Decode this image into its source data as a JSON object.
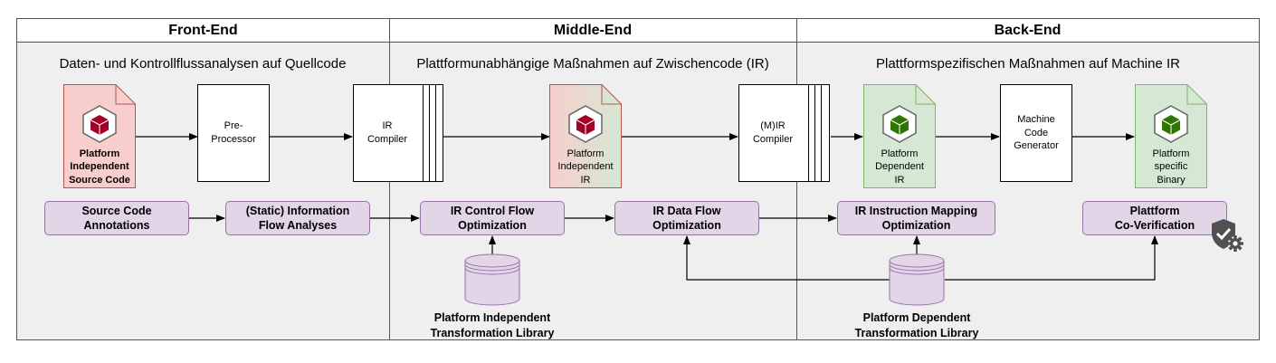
{
  "sections": [
    {
      "title": "Front-End",
      "subtitle": "Daten- und Kontrollflussanalysen auf Quellcode"
    },
    {
      "title": "Middle-End",
      "subtitle": "Plattformunabhängige Maßnahmen auf Zwischencode (IR)"
    },
    {
      "title": "Back-End",
      "subtitle": "Plattformspezifischen Maßnahmen auf Machine IR"
    }
  ],
  "documents": [
    {
      "line1": "Platform",
      "line2": "Independent",
      "line3": "Source Code",
      "color": "#f8cecc",
      "stroke": "#b85450",
      "cube": "#a20025"
    },
    {
      "line1": "Platform",
      "line2": "Independent",
      "line3": "IR",
      "color": "#f8cecc",
      "stroke": "#b85450",
      "cube": "#a20025"
    },
    {
      "line1": "Platform",
      "line2": "Dependent",
      "line3": "IR",
      "color": "#d5e8d4",
      "stroke": "#82b366",
      "cube": "#2d7600"
    },
    {
      "line1": "Platform",
      "line2": "specific",
      "line3": "Binary",
      "color": "#d5e8d4",
      "stroke": "#82b366",
      "cube": "#2d7600"
    }
  ],
  "processors": [
    {
      "line1": "Pre-",
      "line2": "Processor"
    },
    {
      "line1": "IR",
      "line2": "Compiler"
    },
    {
      "line1": "(M)IR",
      "line2": "Compiler"
    },
    {
      "line1": "Machine",
      "line2": "Code",
      "line3": "Generator"
    }
  ],
  "steps": [
    {
      "line1": "Source Code",
      "line2": "Annotations"
    },
    {
      "line1": "(Static) Information",
      "line2": "Flow Analyses"
    },
    {
      "line1": "IR Control Flow",
      "line2": "Optimization"
    },
    {
      "line1": "IR Data Flow",
      "line2": "Optimization"
    },
    {
      "line1": "IR Instruction Mapping",
      "line2": "Optimization"
    },
    {
      "line1": "Plattform",
      "line2": "Co-Verification"
    }
  ],
  "libraries": [
    {
      "line1": "Platform Independent",
      "line2": "Transformation Library"
    },
    {
      "line1": "Platform Dependent",
      "line2": "Transformation Library"
    }
  ],
  "icons": {
    "document": "cube-icon",
    "library": "database-icon",
    "verify": "shield-check-gear-icon"
  },
  "colors": {
    "step_fill": "#e1d5e7",
    "step_stroke": "#9673a6",
    "panel": "#efefef"
  }
}
